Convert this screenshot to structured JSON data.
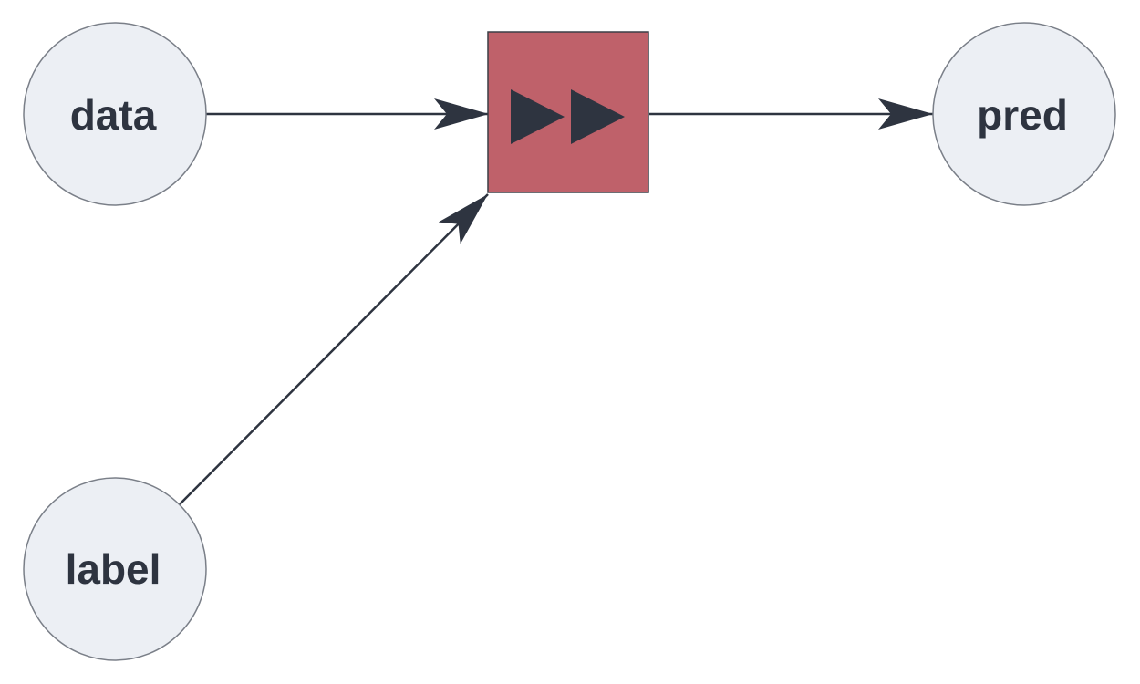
{
  "diagram": {
    "nodes": {
      "data": {
        "label": "data"
      },
      "label": {
        "label": "label"
      },
      "pred": {
        "label": "pred"
      },
      "op": {
        "icon": "fast-forward-icon"
      }
    },
    "edges": [
      {
        "from": "data",
        "to": "op"
      },
      {
        "from": "label",
        "to": "op"
      },
      {
        "from": "op",
        "to": "pred"
      }
    ]
  },
  "colors": {
    "background": "#ffffff",
    "node_fill": "#eceff4",
    "node_stroke": "#7a7f88",
    "text": "#2e3440",
    "edge": "#2e3440",
    "op_fill": "#bf616a",
    "op_stroke": "#3b3f46"
  }
}
